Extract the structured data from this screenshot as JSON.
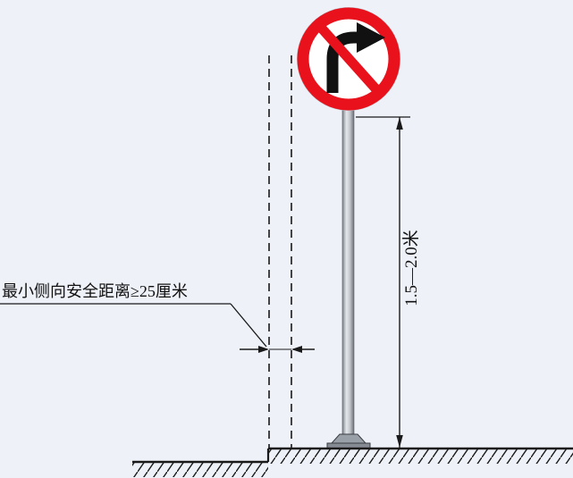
{
  "diagram": {
    "title": "traffic-sign-installation-clearance-diagram",
    "sign": {
      "type": "no-right-turn-prohibition-sign"
    },
    "clearance_label": "最小侧向安全距离≥25厘米",
    "height_label": "1.5—2.0米"
  },
  "colors": {
    "background": "#eef1f8",
    "sign_red": "#e8111c",
    "arrow_black": "#111111",
    "pole_gray": "#b9bdc4",
    "line_black": "#1a1a1a"
  }
}
